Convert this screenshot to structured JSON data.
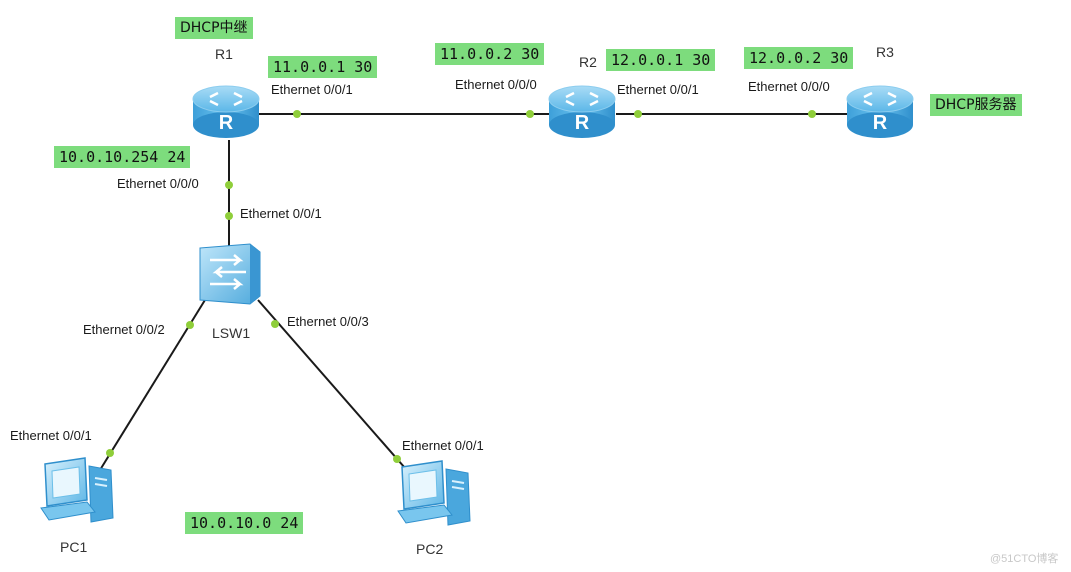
{
  "devices": {
    "r1": {
      "name": "R1",
      "role": "DHCP中继"
    },
    "r2": {
      "name": "R2"
    },
    "r3": {
      "name": "R3",
      "role": "DHCP服务器"
    },
    "lsw1": {
      "name": "LSW1"
    },
    "pc1": {
      "name": "PC1"
    },
    "pc2": {
      "name": "PC2"
    }
  },
  "addresses": {
    "r1_g001": "11.0.0.1 30",
    "r2_g000": "11.0.0.2 30",
    "r2_g001": "12.0.0.1 30",
    "r3_g000": "12.0.0.2 30",
    "r1_g000": "10.0.10.254 24",
    "lan": "10.0.10.0 24"
  },
  "ports": {
    "r1_e001": "Ethernet 0/0/1",
    "r2_e000": "Ethernet 0/0/0",
    "r2_e001": "Ethernet 0/0/1",
    "r3_e000": "Ethernet 0/0/0",
    "r1_e000": "Ethernet 0/0/0",
    "lsw1_e001": "Ethernet 0/0/1",
    "lsw1_e002": "Ethernet 0/0/2",
    "lsw1_e003": "Ethernet 0/0/3",
    "pc1_e001": "Ethernet 0/0/1",
    "pc2_e001": "Ethernet 0/0/1"
  },
  "watermark": "@51CTO博客",
  "colors": {
    "highlight": "#7ddc7d",
    "port_dot": "#8fce3a",
    "link": "#1a1a1a",
    "device": "#3aa6dd"
  }
}
